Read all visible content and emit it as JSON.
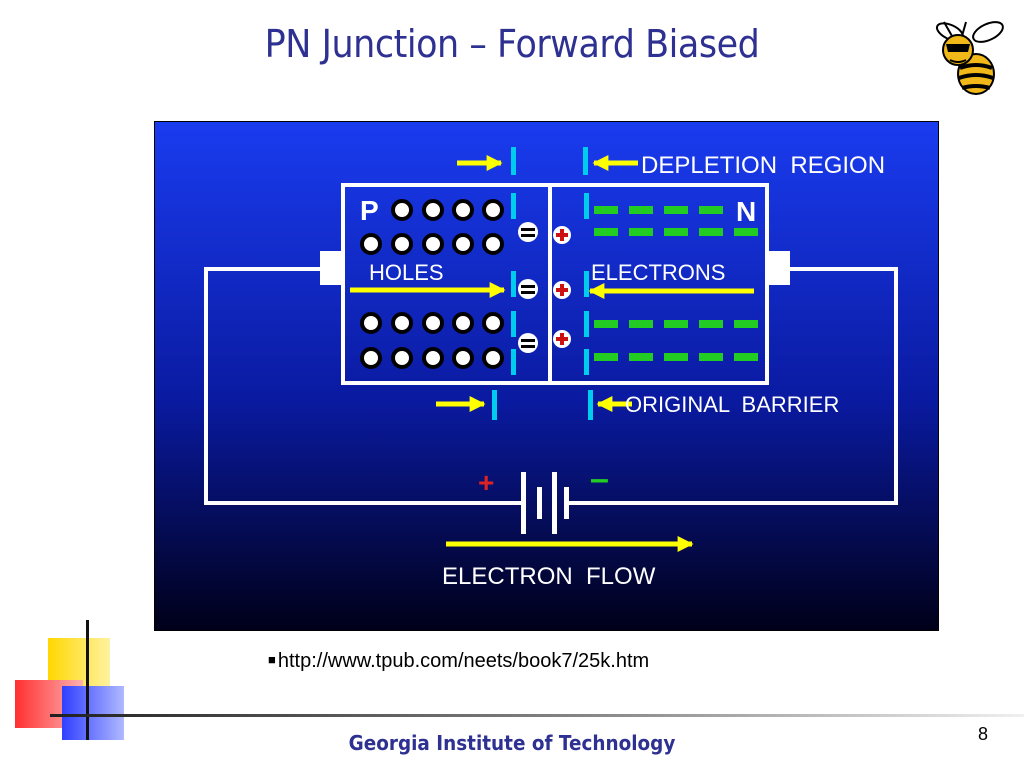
{
  "slide": {
    "title": "PN Junction – Forward Biased",
    "url": "http://www.tpub.com/neets/book7/25k.htm",
    "footer": "Georgia Institute of Technology",
    "page_number": "8",
    "mascot_icon": "yellow-jacket-mascot-icon"
  },
  "diagram": {
    "p_label": "P",
    "n_label": "N",
    "holes_label": "HOLES",
    "electrons_label": "ELECTRONS",
    "depletion_label": "DEPLETION  REGION",
    "barrier_label": "ORIGINAL  BARRIER",
    "electron_flow_label": "ELECTRON  FLOW",
    "battery_plus": "+",
    "battery_minus": "–",
    "colors": {
      "background_top": "#1a3cf0",
      "background_bottom": "#000020",
      "arrow": "#ffff00",
      "barrier_line": "#00ccee",
      "electron": "#22cc22",
      "positive_ion": "#cc1111",
      "wire": "#ffffff"
    }
  }
}
